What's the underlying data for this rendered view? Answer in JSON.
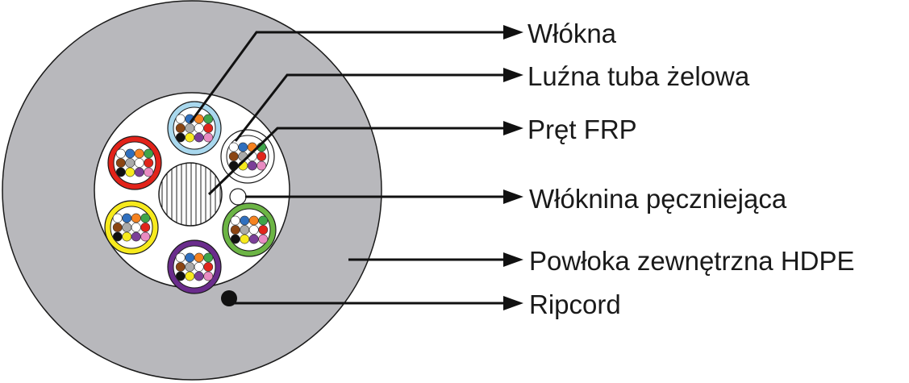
{
  "labels": {
    "fibers": "Włókna",
    "loose_tube": "Luźna tuba żelowa",
    "frp_rod": "Pręt FRP",
    "water_blocking": "Włóknina pęczniejąca",
    "outer_sheath": "Powłoka zewnętrzna HDPE",
    "ripcord": "Ripcord"
  },
  "colors": {
    "outer_sheath": "#b8b8bc",
    "inner_core": "#ffffff",
    "tube_blue": "#a9d8ee",
    "tube_white": "#ffffff",
    "tube_green": "#6cb545",
    "tube_purple": "#6a2c8c",
    "tube_yellow": "#f7ea1d",
    "tube_red": "#e2231a",
    "fiber_palette": [
      "#ffffff",
      "#2f6fbe",
      "#f58220",
      "#3fa54a",
      "#8b4513",
      "#aaaaaa",
      "#ffffff",
      "#e1251b",
      "#111111",
      "#f7ea1d",
      "#7b3f98",
      "#e98bc2"
    ]
  }
}
